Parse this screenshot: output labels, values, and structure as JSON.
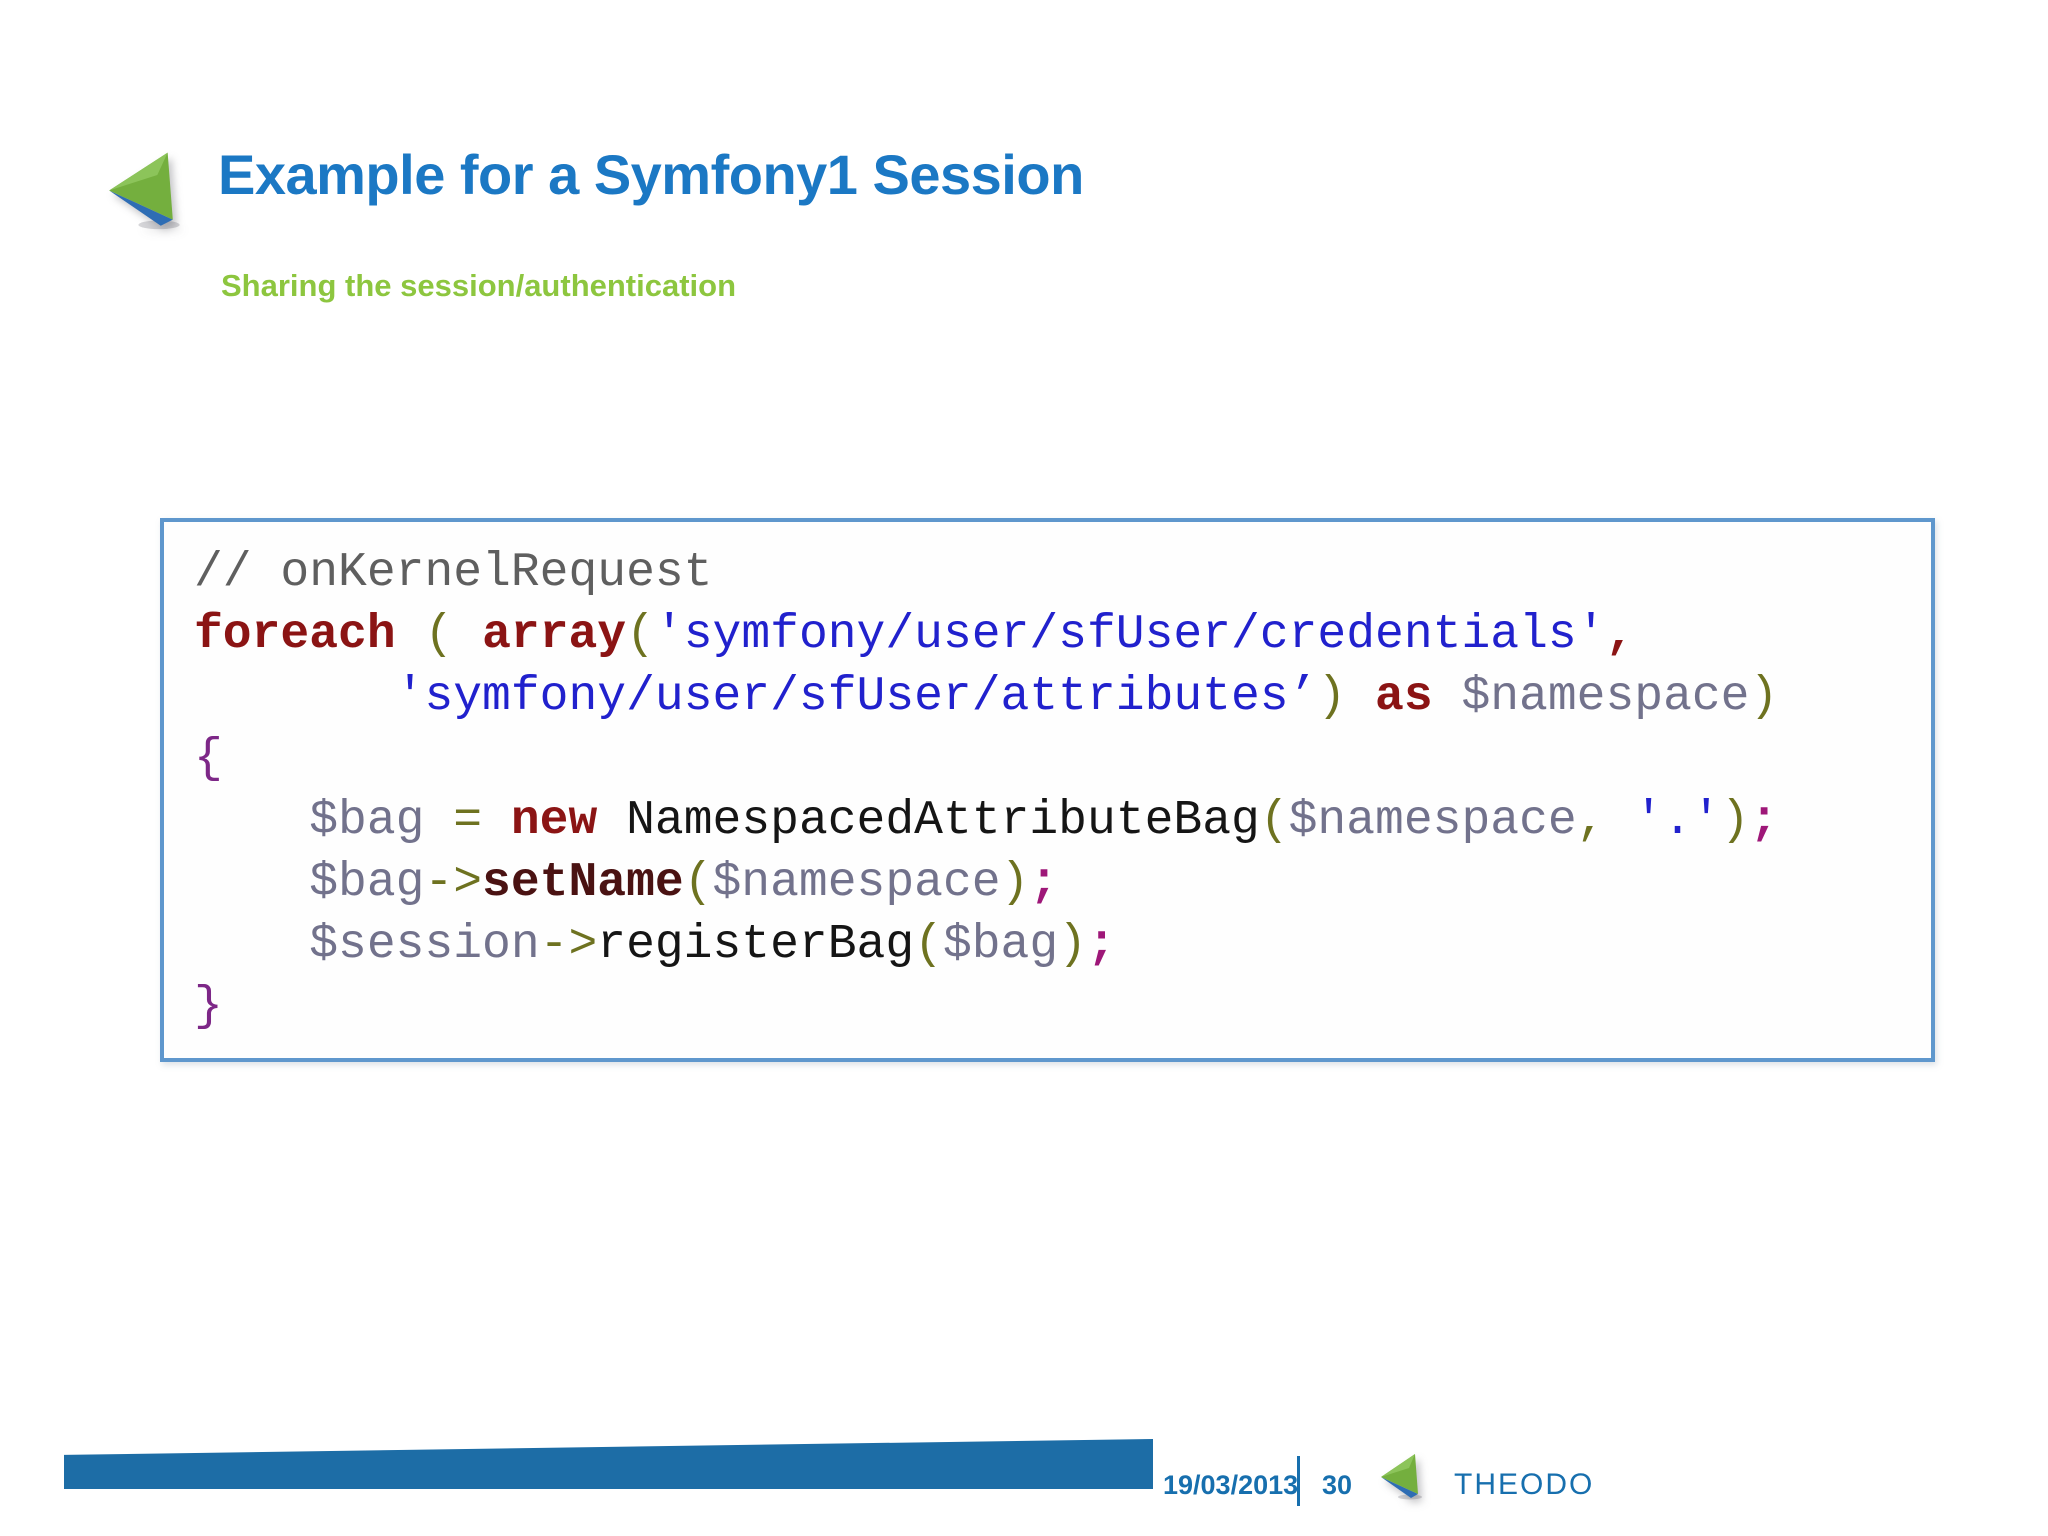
{
  "slide": {
    "title": "Example for a Symfony1 Session",
    "subtitle": "Sharing the session/authentication"
  },
  "code": {
    "lines": [
      {
        "tokens": [
          {
            "t": "// onKernelRequest",
            "c": "comment"
          }
        ]
      },
      {
        "tokens": [
          {
            "t": "foreach",
            "c": "keyword"
          },
          {
            "t": " ",
            "c": "plain"
          },
          {
            "t": "(",
            "c": "paren"
          },
          {
            "t": " ",
            "c": "plain"
          },
          {
            "t": "array",
            "c": "keyword"
          },
          {
            "t": "(",
            "c": "paren"
          },
          {
            "t": "'symfony/user/sfUser/credentials'",
            "c": "string"
          },
          {
            "t": ",",
            "c": "keyword"
          }
        ]
      },
      {
        "tokens": [
          {
            "t": "       ",
            "c": "plain"
          },
          {
            "t": "'symfony/user/sfUser/attributes’",
            "c": "string"
          },
          {
            "t": ")",
            "c": "paren"
          },
          {
            "t": " ",
            "c": "plain"
          },
          {
            "t": "as",
            "c": "keyword"
          },
          {
            "t": " ",
            "c": "plain"
          },
          {
            "t": "$namespace",
            "c": "var"
          },
          {
            "t": ")",
            "c": "paren"
          }
        ]
      },
      {
        "tokens": [
          {
            "t": "{",
            "c": "brace"
          }
        ]
      },
      {
        "tokens": [
          {
            "t": "    ",
            "c": "plain"
          },
          {
            "t": "$bag",
            "c": "var"
          },
          {
            "t": " ",
            "c": "plain"
          },
          {
            "t": "=",
            "c": "paren"
          },
          {
            "t": " ",
            "c": "plain"
          },
          {
            "t": "new",
            "c": "keyword"
          },
          {
            "t": " ",
            "c": "plain"
          },
          {
            "t": "NamespacedAttributeBag",
            "c": "fn"
          },
          {
            "t": "(",
            "c": "paren"
          },
          {
            "t": "$namespace",
            "c": "var"
          },
          {
            "t": ",",
            "c": "paren"
          },
          {
            "t": " ",
            "c": "plain"
          },
          {
            "t": "'.'",
            "c": "string"
          },
          {
            "t": ")",
            "c": "paren"
          },
          {
            "t": ";",
            "c": "semi"
          }
        ]
      },
      {
        "tokens": [
          {
            "t": "    ",
            "c": "plain"
          },
          {
            "t": "$bag",
            "c": "var"
          },
          {
            "t": "->",
            "c": "paren"
          },
          {
            "t": "setName",
            "c": "method"
          },
          {
            "t": "(",
            "c": "paren"
          },
          {
            "t": "$namespace",
            "c": "var"
          },
          {
            "t": ")",
            "c": "paren"
          },
          {
            "t": ";",
            "c": "semi"
          }
        ]
      },
      {
        "tokens": [
          {
            "t": "    ",
            "c": "plain"
          },
          {
            "t": "$session",
            "c": "var"
          },
          {
            "t": "->",
            "c": "paren"
          },
          {
            "t": "registerBag",
            "c": "fn"
          },
          {
            "t": "(",
            "c": "paren"
          },
          {
            "t": "$bag",
            "c": "var"
          },
          {
            "t": ")",
            "c": "paren"
          },
          {
            "t": ";",
            "c": "semi"
          }
        ]
      },
      {
        "tokens": [
          {
            "t": "}",
            "c": "brace"
          }
        ]
      }
    ]
  },
  "footer": {
    "date": "19/03/2013",
    "page_number": "30",
    "brand": "THEODO"
  },
  "icons": {
    "title_logo": "theodo-pyramid-icon",
    "footer_logo": "theodo-pyramid-icon"
  },
  "colors": {
    "title_blue": "#1b78c4",
    "subtitle_green": "#8dc63f",
    "code_border_blue": "#5f97cd",
    "footer_blue": "#176fae",
    "wedge_blue": "#1d6da6",
    "code_keyword": "#8b1414",
    "code_string": "#2121cd",
    "code_variable": "#72728c",
    "code_paren_olive": "#6e7220",
    "code_brace_purple": "#7d2787",
    "code_comment_gray": "#5f5f5f",
    "logo_green": "#74af3e",
    "logo_blue": "#2e6db4"
  }
}
